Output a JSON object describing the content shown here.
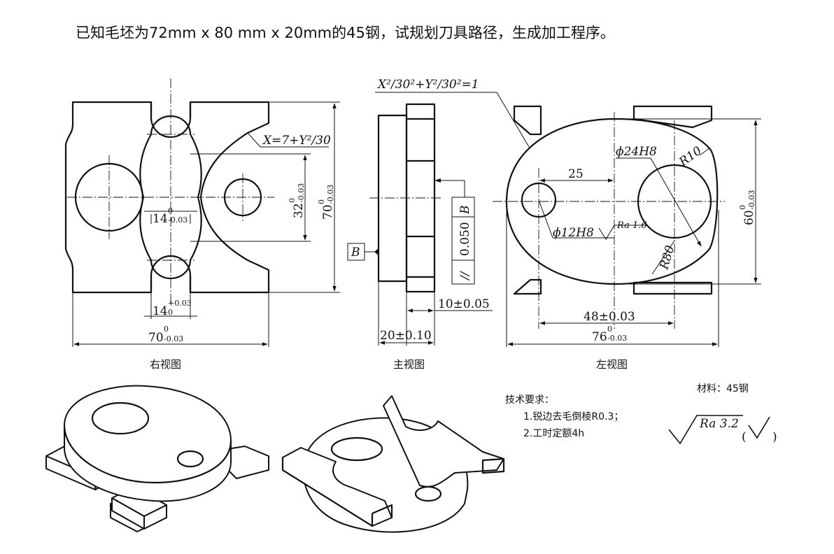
{
  "problem_statement": "已知毛坯为72mm x 80 mm x 20mm的45钢，试规划刀具路径，生成加工程序。",
  "views": {
    "right": {
      "caption": "右视图",
      "curve_label": "X=7+Y²/30",
      "dim_slot_top": "14",
      "dim_slot_top_upper": "0",
      "dim_slot_top_lower": "-0.03",
      "dim_slot_bottom": "14",
      "dim_slot_bottom_upper": "+0.03",
      "dim_slot_bottom_lower": "0",
      "dim_width": "70",
      "dim_width_upper": "0",
      "dim_width_lower": "-0.03",
      "dim_inner_height": "32",
      "dim_inner_height_upper": "0",
      "dim_inner_height_lower": "-0.03",
      "dim_height": "70",
      "dim_height_upper": "0",
      "dim_height_lower": "-0.03"
    },
    "front": {
      "caption": "主视图",
      "ellipse_label": "X²/30²+Y²/30²=1",
      "datum": "B",
      "tol_symbol": "//",
      "tol_value": "0.050",
      "tol_datum": "B",
      "dim_step": "10±0.05",
      "dim_thickness": "20±0.10"
    },
    "left": {
      "caption": "左视图",
      "dim_big_hole": "ϕ24H8",
      "dim_radius_small": "R10",
      "dim_offset": "25",
      "dim_small_hole": "ϕ12H8",
      "roughness_small": "Ra 1.6",
      "dim_radius_large": "R80",
      "dim_height": "60",
      "dim_height_upper": "0",
      "dim_height_lower": "-0.03",
      "dim_center": "48±0.03",
      "dim_width": "76",
      "dim_width_upper": "0",
      "dim_width_lower": "-0.03"
    }
  },
  "material": "材料：45钢",
  "tech_requirements": {
    "heading": "技术要求：",
    "items": [
      "1.锐边去毛倒棱R0.3；",
      "2.工时定额4h"
    ]
  },
  "roughness_general": "Ra 3.2",
  "icons": [
    "surface-roughness-symbol",
    "datum-triangle-icon",
    "parallelism-symbol"
  ]
}
